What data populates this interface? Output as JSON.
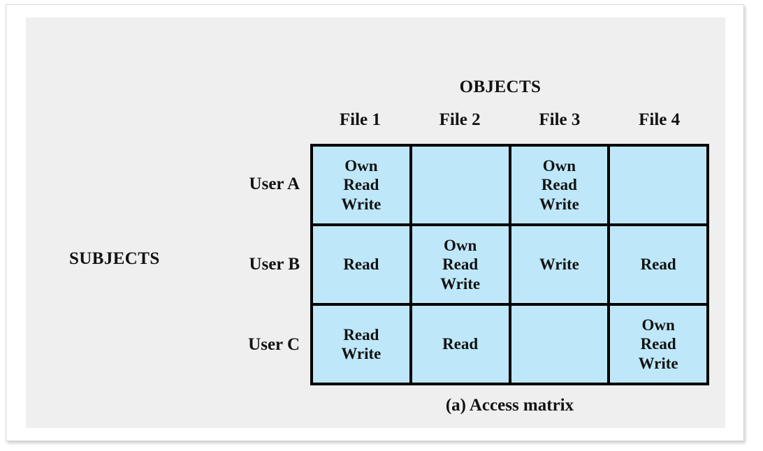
{
  "figure": {
    "caption": "(a) Access matrix",
    "objects_heading": "OBJECTS",
    "subjects_heading": "SUBJECTS",
    "colors": {
      "cell_fill": "#bee8f9",
      "grid_line": "#000000",
      "plate_background": "#efefef",
      "card_background": "#ffffff",
      "text": "#121212"
    }
  },
  "chart_data": {
    "type": "table",
    "title": "(a) Access matrix",
    "xlabel": "OBJECTS",
    "ylabel": "SUBJECTS",
    "categories": [
      "File 1",
      "File 2",
      "File 3",
      "File 4"
    ],
    "row_labels": [
      "User A",
      "User B",
      "User C"
    ],
    "cells": [
      [
        {
          "permissions": [
            "Own",
            "Read",
            "Write"
          ]
        },
        {
          "permissions": []
        },
        {
          "permissions": [
            "Own",
            "Read",
            "Write"
          ]
        },
        {
          "permissions": []
        }
      ],
      [
        {
          "permissions": [
            "Read"
          ]
        },
        {
          "permissions": [
            "Own",
            "Read",
            "Write"
          ]
        },
        {
          "permissions": [
            "Write"
          ]
        },
        {
          "permissions": [
            "Read"
          ]
        }
      ],
      [
        {
          "permissions": [
            "Read",
            "Write"
          ]
        },
        {
          "permissions": [
            "Read"
          ]
        },
        {
          "permissions": []
        },
        {
          "permissions": [
            "Own",
            "Read",
            "Write"
          ]
        }
      ]
    ]
  }
}
